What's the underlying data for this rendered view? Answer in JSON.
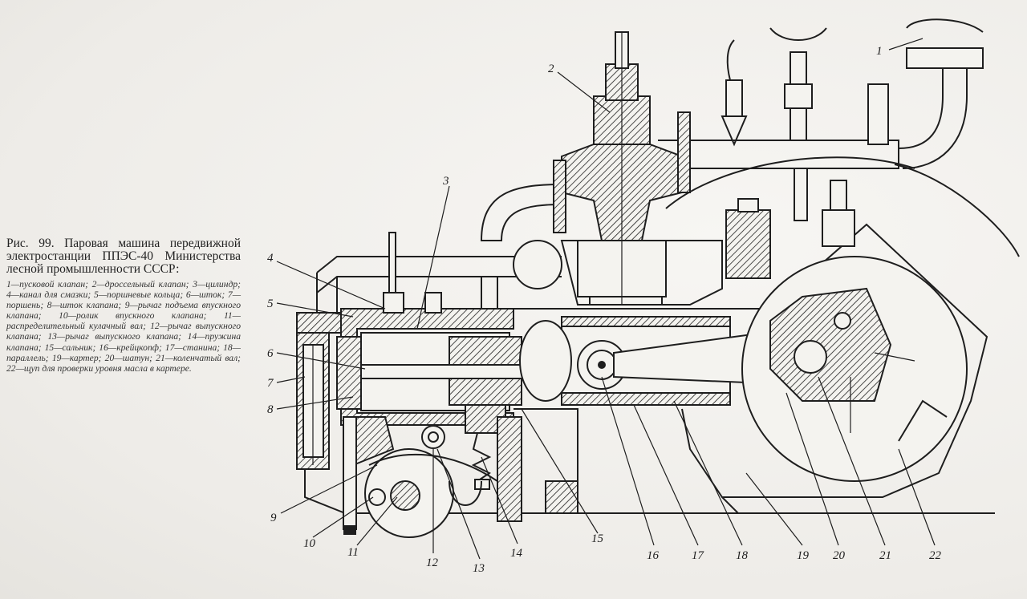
{
  "caption": {
    "title": "Рис. 99. Паровая машина передвижной электростанции ППЭС-40 Министерства лесной промышленности СССР:",
    "legend": "1—пусковой клапан; 2—дроссельный клапан; 3—цилиндр; 4—канал для смазки; 5—поршневые кольца; 6—шток; 7—поршень; 8—шток клапана; 9—рычаг подъема впускного клапана; 10—ролик впускного клапана; 11—распределительный кулачный вал; 12—рычаг выпускного клапана; 13—рычаг выпускного клапана; 14—пружина клапана; 15—сальник; 16—крейцкопф; 17—станина; 18—параллель; 19—картер; 20—шатун; 21—коленчатый вал; 22—щуп для проверки уровня масла в картере."
  },
  "callouts": [
    "1",
    "2",
    "3",
    "4",
    "5",
    "6",
    "7",
    "8",
    "9",
    "10",
    "11",
    "12",
    "13",
    "14",
    "15",
    "16",
    "17",
    "18",
    "19",
    "20",
    "21",
    "22"
  ]
}
